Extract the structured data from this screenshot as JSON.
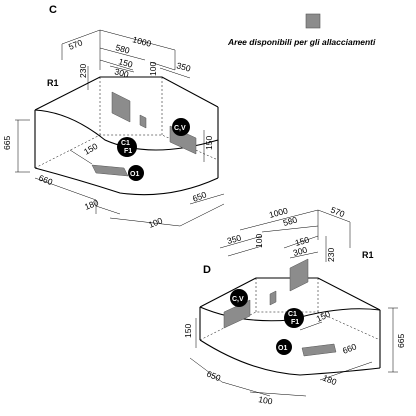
{
  "legend": {
    "caption": "Aree disponibili per gli allacciamenti"
  },
  "top": {
    "letter": "C",
    "radius": "R1",
    "dims": {
      "d570": "570",
      "d1000": "1000",
      "d580": "580",
      "d230": "230",
      "d150": "150",
      "d300": "300",
      "d100": "100",
      "d350": "350",
      "d665": "665",
      "d150b": "150",
      "d150c": "150",
      "d660": "660",
      "d180": "180",
      "d650": "650",
      "d100b": "100"
    },
    "badges": {
      "cv": "C,V",
      "c1": "C1",
      "f1": "F1",
      "o1": "O1"
    }
  },
  "bottom": {
    "letter": "D",
    "radius": "R1",
    "dims": {
      "d1000": "1000",
      "d570": "570",
      "d580": "580",
      "d350": "350",
      "d100": "100",
      "d150": "150",
      "d300": "300",
      "d230": "230",
      "d665": "665",
      "d150b": "150",
      "d150c": "150",
      "d650": "650",
      "d660": "660",
      "d180": "180",
      "d100b": "100"
    },
    "badges": {
      "cv": "C,V",
      "c1": "C1",
      "f1": "F1",
      "o1": "O1"
    }
  }
}
